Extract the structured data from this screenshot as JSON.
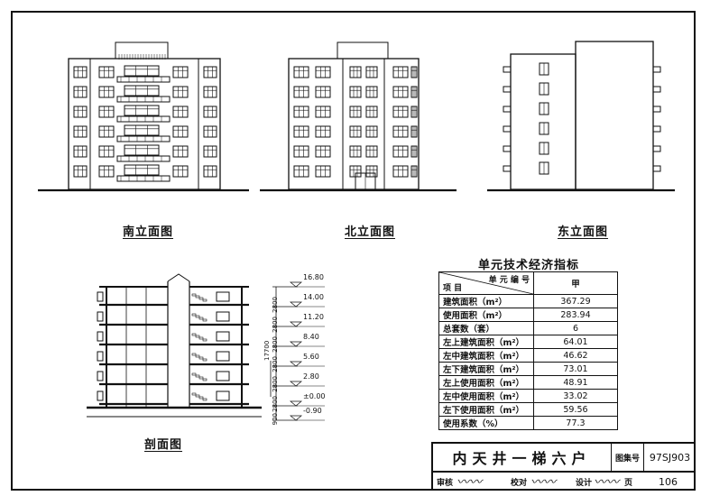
{
  "views": {
    "south": "南立面图",
    "north": "北立面图",
    "east": "东立面图",
    "section": "剖面图"
  },
  "levels": [
    "16.80",
    "14.00",
    "11.20",
    "8.40",
    "5.60",
    "2.80",
    "±0.00",
    "-0.90"
  ],
  "spacings": [
    "2800",
    "2800",
    "2800",
    "2800",
    "2800",
    "2800",
    "900"
  ],
  "total_height": "17700",
  "table": {
    "title": "单元技术经济指标",
    "header_top": "单 元 编 号",
    "header_bottom": "项    目",
    "unit_id": "甲",
    "rows": [
      {
        "label": "建筑面积（m²）",
        "value": "367.29"
      },
      {
        "label": "使用面积（m²）",
        "value": "283.94"
      },
      {
        "label": "总套数（套）",
        "value": "6"
      },
      {
        "label": "左上建筑面积（m²）",
        "value": "64.01"
      },
      {
        "label": "左中建筑面积（m²）",
        "value": "46.62"
      },
      {
        "label": "左下建筑面积（m²）",
        "value": "73.01"
      },
      {
        "label": "左上使用面积（m²）",
        "value": "48.91"
      },
      {
        "label": "左中使用面积（m²）",
        "value": "33.02"
      },
      {
        "label": "左下使用面积（m²）",
        "value": "59.56"
      },
      {
        "label": "使用系数（%）",
        "value": "77.3"
      }
    ]
  },
  "title_block": {
    "title": "内天井一梯六户",
    "atlas_label": "图集号",
    "atlas_no": "97SJ903",
    "review_label": "审核",
    "check_label": "校对",
    "design_label": "设计",
    "page_label": "页",
    "page_no": "106"
  }
}
